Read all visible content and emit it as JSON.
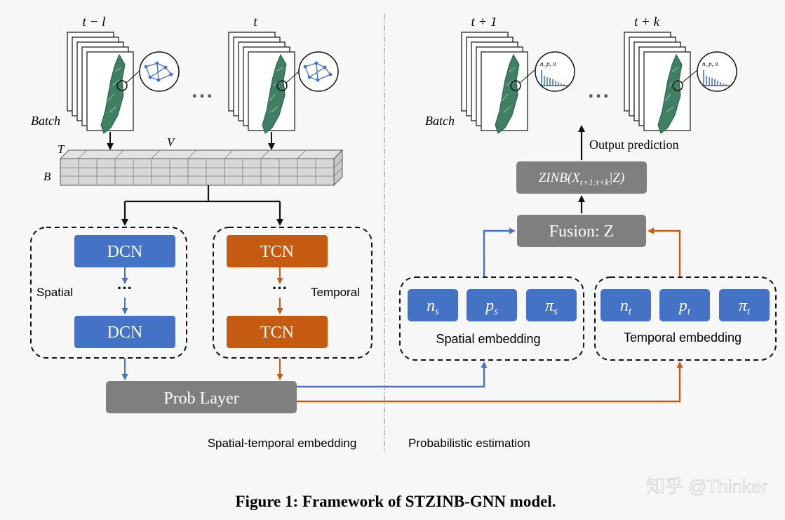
{
  "left": {
    "time_start": "t − l",
    "time_end": "t",
    "batch": "Batch",
    "tensor_T": "T",
    "tensor_V": "V",
    "tensor_B": "B",
    "dots": "▪ ▪ ▪",
    "dcn": "DCN",
    "tcn": "TCN",
    "vdots": "···",
    "spatial": "Spatial",
    "temporal": "Temporal",
    "prob_layer": "Prob Layer",
    "section_label": "Spatial-temporal embedding"
  },
  "right": {
    "time_start": "t + 1",
    "time_end": "t + k",
    "batch": "Batch",
    "dots": "▪ ▪ ▪",
    "inset_label": "n, p, π",
    "output_prediction": "Output prediction",
    "zinb_main": "ZINB(X",
    "zinb_sub": "t+1:t+k",
    "zinb_tail": "|Z)",
    "fusion": "Fusion: Z",
    "spatial_embedding": "Spatial embedding",
    "temporal_embedding": "Temporal embedding",
    "emb_spatial": [
      {
        "sym": "n",
        "sub": "s"
      },
      {
        "sym": "p",
        "sub": "s"
      },
      {
        "sym": "π",
        "sub": "s"
      }
    ],
    "emb_temporal": [
      {
        "sym": "n",
        "sub": "t"
      },
      {
        "sym": "p",
        "sub": "t"
      },
      {
        "sym": "π",
        "sub": "t"
      }
    ],
    "section_label": "Probabilistic estimation"
  },
  "caption": "Figure 1: Framework of STZINB-GNN model.",
  "watermark": "知乎 @Thinker",
  "colors": {
    "blue": "#4472c4",
    "orange": "#c55a11",
    "gray": "#7f7f7f",
    "map": "#3f7f63",
    "background": "#f7f7f7"
  }
}
